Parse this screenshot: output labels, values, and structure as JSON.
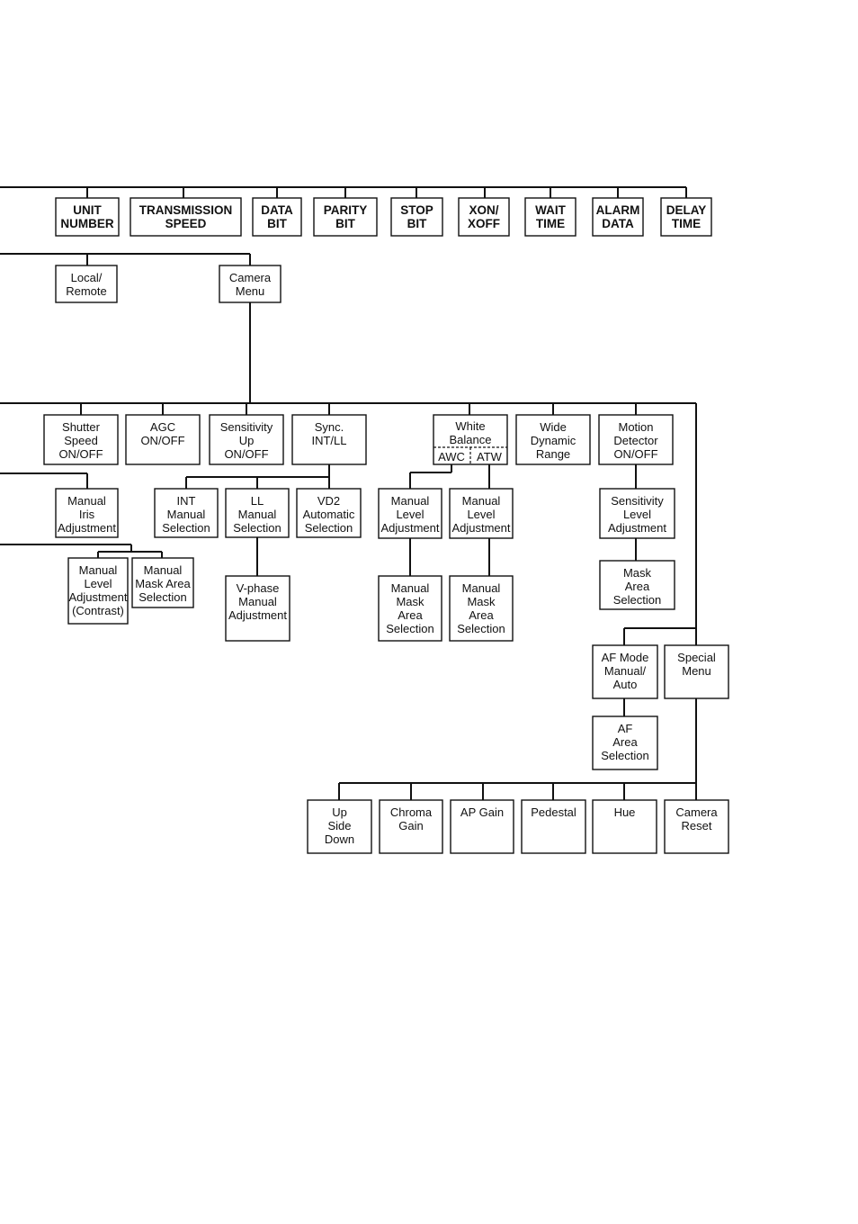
{
  "setup_row": {
    "unit_number": [
      "UNIT",
      "NUMBER"
    ],
    "transmission_speed": [
      "TRANSMISSION",
      "SPEED"
    ],
    "data_bit": [
      "DATA",
      "BIT"
    ],
    "parity_bit": [
      "PARITY",
      "BIT"
    ],
    "stop_bit": [
      "STOP",
      "BIT"
    ],
    "xon_xoff": [
      "XON/",
      "XOFF"
    ],
    "wait_time": [
      "WAIT",
      "TIME"
    ],
    "alarm_data": [
      "ALARM",
      "DATA"
    ],
    "delay_time": [
      "DELAY",
      "TIME"
    ]
  },
  "menu_row": {
    "local_remote": [
      "Local/",
      "Remote"
    ],
    "camera_menu": [
      "Camera",
      "Menu"
    ]
  },
  "camera_row": {
    "shutter_speed": [
      "Shutter",
      "Speed",
      "ON/OFF"
    ],
    "agc": [
      "AGC",
      "ON/OFF"
    ],
    "sensitivity_up": [
      "Sensitivity",
      "Up",
      "ON/OFF"
    ],
    "sync": [
      "Sync.",
      "INT/LL"
    ],
    "white_balance": [
      "White",
      "Balance"
    ],
    "white_balance_awc": "AWC",
    "white_balance_atw": "ATW",
    "wide_dynamic_range": [
      "Wide",
      "Dynamic",
      "Range"
    ],
    "motion_detector": [
      "Motion",
      "Detector",
      "ON/OFF"
    ]
  },
  "sub_row": {
    "manual_iris": [
      "Manual",
      "Iris",
      "Adjustment"
    ],
    "int_manual": [
      "INT",
      "Manual",
      "Selection"
    ],
    "ll_manual": [
      "LL",
      "Manual",
      "Selection"
    ],
    "vd2_auto": [
      "VD2",
      "Automatic",
      "Selection"
    ],
    "awc_manual_level": [
      "Manual",
      "Level",
      "Adjustment"
    ],
    "atw_manual_level": [
      "Manual",
      "Level",
      "Adjustment"
    ],
    "md_sensitivity": [
      "Sensitivity",
      "Level",
      "Adjustment"
    ]
  },
  "third_row": {
    "manual_level_contrast": [
      "Manual",
      "Level",
      "Adjustment",
      "(Contrast)"
    ],
    "manual_mask_area": [
      "Manual",
      "Mask Area",
      "Selection"
    ],
    "vphase": [
      "V-phase",
      "Manual",
      "Adjustment"
    ],
    "awc_mask": [
      "Manual",
      "Mask",
      "Area",
      "Selection"
    ],
    "atw_mask": [
      "Manual",
      "Mask",
      "Area",
      "Selection"
    ],
    "md_mask": [
      "Mask",
      "Area",
      "Selection"
    ]
  },
  "af_row": {
    "af_mode": [
      "AF Mode",
      "Manual/",
      "Auto"
    ],
    "special_menu": [
      "Special",
      "Menu"
    ],
    "af_area": [
      "AF",
      "Area",
      "Selection"
    ]
  },
  "special_row": {
    "upside_down": [
      "Up",
      "Side",
      "Down"
    ],
    "chroma_gain": [
      "Chroma",
      "Gain"
    ],
    "ap_gain": [
      "AP Gain"
    ],
    "pedestal": [
      "Pedestal"
    ],
    "hue": [
      "Hue"
    ],
    "camera_reset": [
      "Camera",
      "Reset"
    ]
  }
}
